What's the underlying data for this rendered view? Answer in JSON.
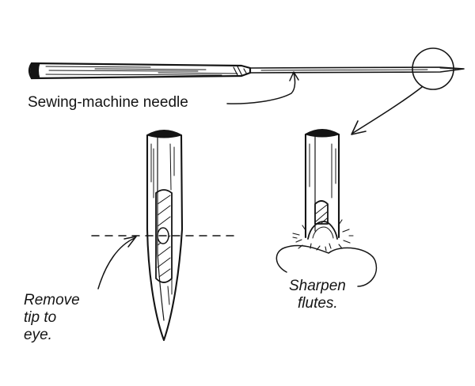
{
  "labels": {
    "needle": "Sewing-machine needle",
    "remove": [
      "Remove",
      "tip to",
      "eye."
    ],
    "sharpen": [
      "Sharpen",
      "flutes."
    ]
  },
  "colors": {
    "ink": "#141414",
    "background": "#ffffff"
  }
}
